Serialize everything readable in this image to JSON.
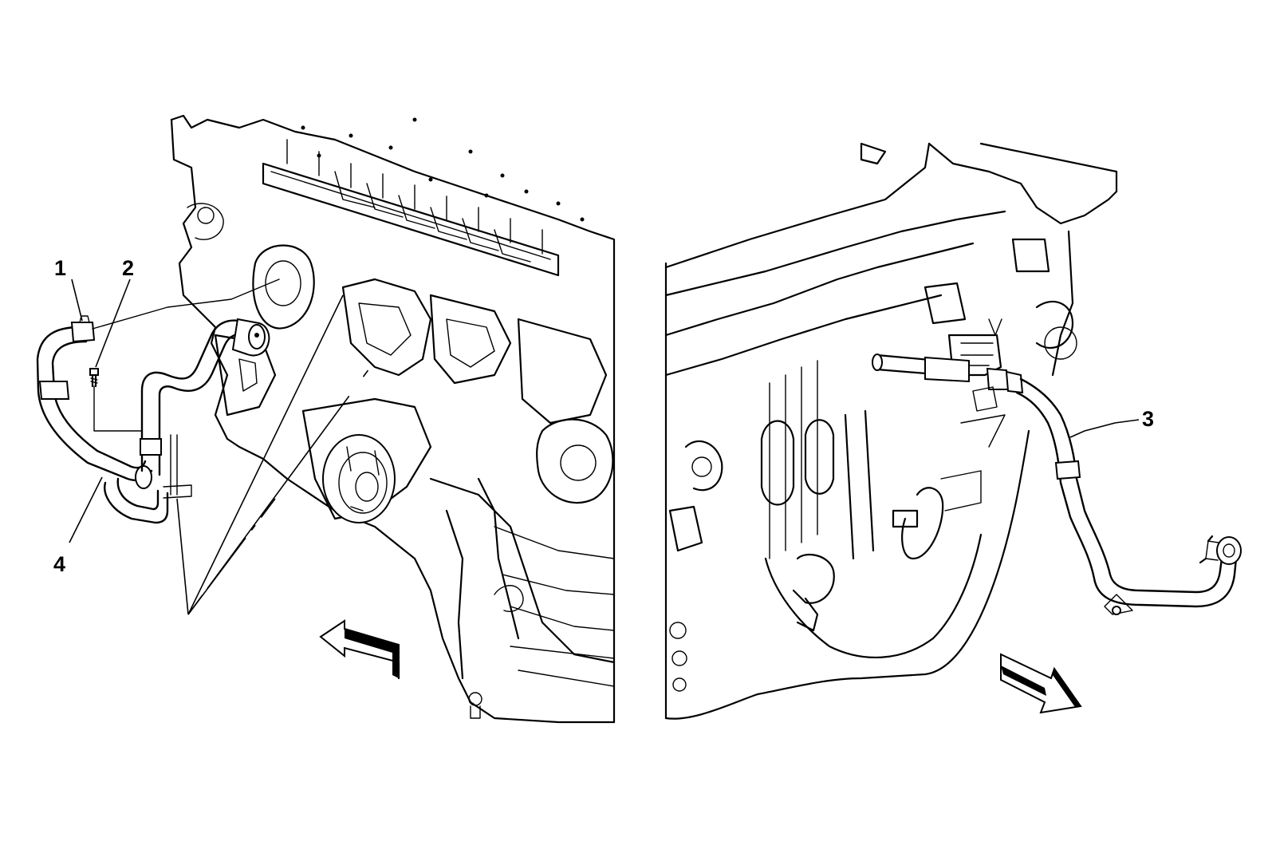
{
  "callouts": [
    {
      "id": "1",
      "label": "1"
    },
    {
      "id": "2",
      "label": "2"
    },
    {
      "id": "3",
      "label": "3"
    },
    {
      "id": "4",
      "label": "4"
    }
  ],
  "icons": {
    "left_direction_arrow": "front-direction-arrow-icon",
    "right_direction_arrow": "front-direction-arrow-icon"
  },
  "colors": {
    "line": "#000000",
    "background": "#ffffff"
  }
}
